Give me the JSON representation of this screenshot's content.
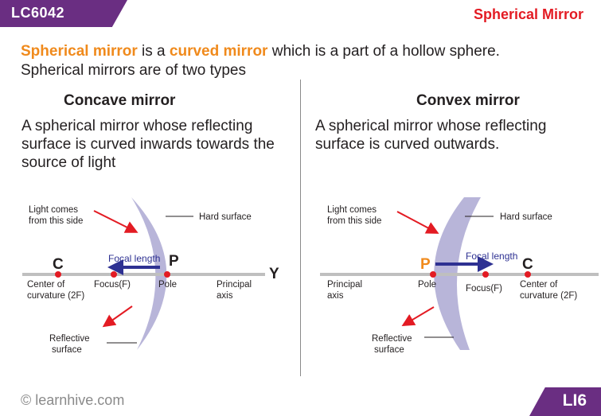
{
  "header": {
    "code": "LC6042",
    "title": "Spherical Mirror"
  },
  "intro": {
    "line1": [
      {
        "text": "Spherical mirror",
        "highlight": true
      },
      {
        "text": " is a ",
        "highlight": false
      },
      {
        "text": "curved mirror",
        "highlight": true
      },
      {
        "text": " which is a part of a hollow sphere.",
        "highlight": false
      }
    ],
    "line2": "Spherical mirrors are of two types"
  },
  "concave": {
    "heading": "Concave mirror",
    "description": "A spherical mirror whose reflecting surface is curved inwards towards the source of light",
    "labels": {
      "light_comes_1": "Light comes",
      "light_comes_2": "from this side",
      "hard_surface": "Hard surface",
      "focal_length": "Focal length",
      "point_c": "C",
      "point_p": "P",
      "point_y": "Y",
      "center_1": "Center of",
      "center_2": "curvature (2F)",
      "focus": "Focus(F)",
      "pole": "Pole",
      "principal_1": "Principal",
      "principal_2": "axis",
      "reflective_1": "Reflective",
      "reflective_2": "surface"
    }
  },
  "convex": {
    "heading": "Convex mirror",
    "description": "A spherical mirror whose reflecting surface is curved outwards.",
    "labels": {
      "light_comes_1": "Light comes",
      "light_comes_2": "from this side",
      "hard_surface": "Hard surface",
      "focal_length": "Focal length",
      "point_p": "P",
      "point_c": "C",
      "principal_1": "Principal",
      "principal_2": "axis",
      "pole": "Pole",
      "focus": "Focus(F)",
      "center_1": "Center of",
      "center_2": "curvature (2F)",
      "reflective_1": "Reflective",
      "reflective_2": "surface"
    }
  },
  "footer": {
    "brand": "© learnhive.com",
    "page": "LI6"
  },
  "colors": {
    "purple": "#6a2e82",
    "red": "#e31b23",
    "orange": "#f08a1c",
    "mirror": "#b8b5d9",
    "arrow_blue": "#2e3192"
  }
}
